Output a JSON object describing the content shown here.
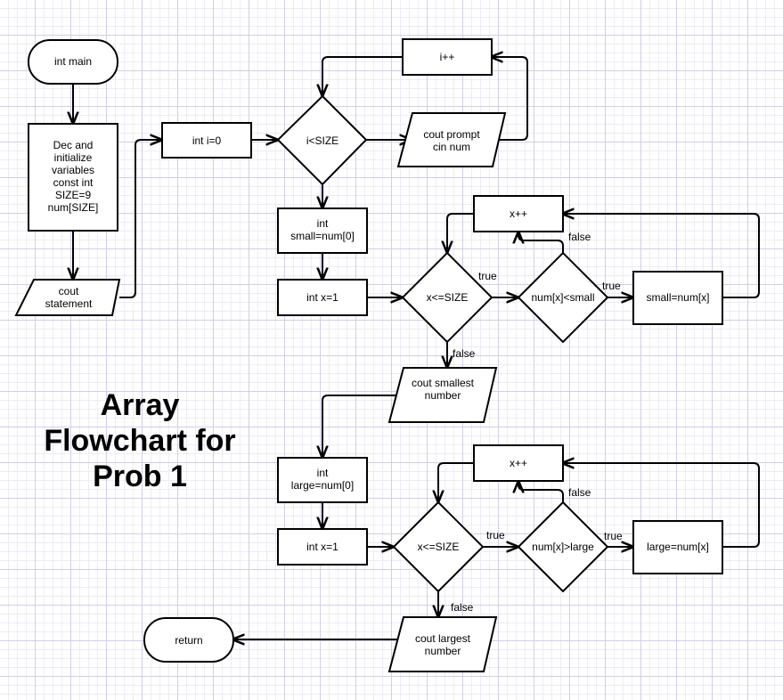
{
  "title": [
    "Array",
    "Flowchart for",
    "Prob 1"
  ],
  "nodes": {
    "int_main": "int main",
    "dec_init": [
      "Dec and",
      "initialize",
      "variables",
      "const int",
      "SIZE=9",
      "num[SIZE]"
    ],
    "cout_statement": [
      "cout",
      "statement"
    ],
    "int_i0": "int i=0",
    "i_lt_size": "i<SIZE",
    "i_pp": "i++",
    "cout_prompt": [
      "cout prompt",
      "cin num"
    ],
    "int_small": [
      "int",
      "small=num[0]"
    ],
    "int_x1_a": "int x=1",
    "x_le_size_a": "x<=SIZE",
    "num_lt_small": "num[x]<small",
    "small_assign": "small=num[x]",
    "x_pp_a": "x++",
    "cout_smallest": [
      "cout smallest",
      "number"
    ],
    "int_large": [
      "int",
      "large=num[0]"
    ],
    "int_x1_b": "int x=1",
    "x_le_size_b": "x<=SIZE",
    "num_gt_large": "num[x]>large",
    "large_assign": "large=num[x]",
    "x_pp_b": "x++",
    "cout_largest": [
      "cout largest",
      "number"
    ],
    "return": "return"
  },
  "edge_labels": {
    "loop1_true": "true",
    "loop1_false_top": "false",
    "loop1_true_right": "true",
    "loop1_false_down": "false",
    "loop2_true": "true",
    "loop2_false_top": "false",
    "loop2_true_right": "true",
    "loop2_false_down": "false"
  }
}
